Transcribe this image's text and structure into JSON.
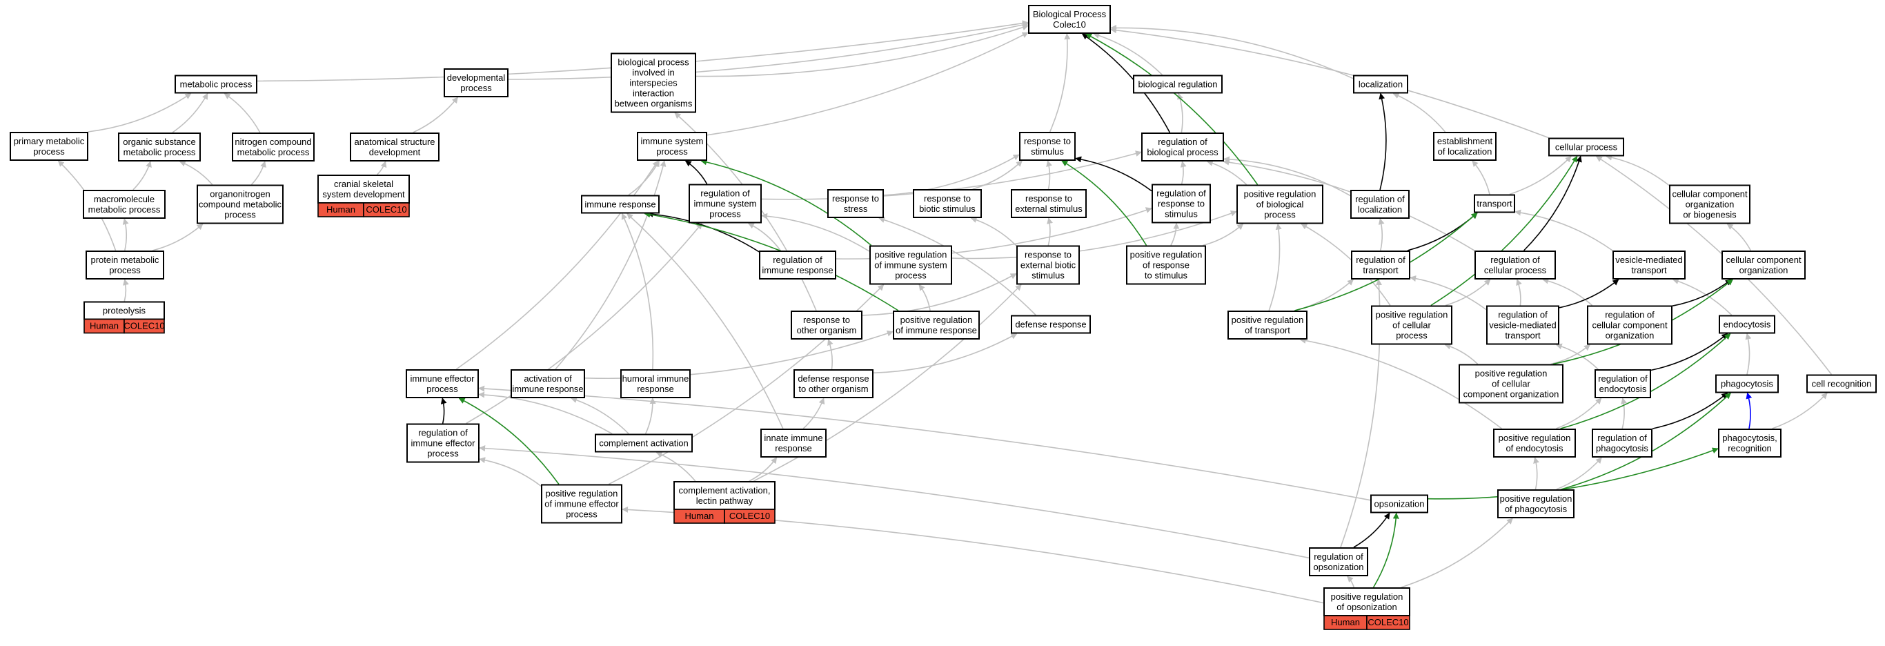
{
  "colors": {
    "is_a": "#c0c0c0",
    "part_of": "#000000",
    "positively_regulates": "#228b22",
    "has_part": "#0000ff",
    "annotation": "#f0553f"
  },
  "nodes": [
    {
      "id": "root",
      "lines": [
        "Biological Process",
        "Colec10"
      ]
    },
    {
      "id": "metabolic",
      "lines": [
        "metabolic process"
      ]
    },
    {
      "id": "developmental",
      "lines": [
        "developmental",
        "process"
      ]
    },
    {
      "id": "interspecies",
      "lines": [
        "biological process",
        "involved in",
        "interspecies",
        "interaction",
        "between organisms"
      ]
    },
    {
      "id": "bioreg",
      "lines": [
        "biological regulation"
      ]
    },
    {
      "id": "localization",
      "lines": [
        "localization"
      ]
    },
    {
      "id": "cellular",
      "lines": [
        "cellular process"
      ]
    },
    {
      "id": "primary",
      "lines": [
        "primary metabolic",
        "process"
      ]
    },
    {
      "id": "orgsubst",
      "lines": [
        "organic substance",
        "metabolic process"
      ]
    },
    {
      "id": "nitrogen",
      "lines": [
        "nitrogen compound",
        "metabolic process"
      ]
    },
    {
      "id": "anatomical",
      "lines": [
        "anatomical structure",
        "development"
      ]
    },
    {
      "id": "immsys",
      "lines": [
        "immune system",
        "process"
      ]
    },
    {
      "id": "respstim",
      "lines": [
        "response to",
        "stimulus"
      ]
    },
    {
      "id": "regbio",
      "lines": [
        "regulation of",
        "biological process"
      ]
    },
    {
      "id": "estloc",
      "lines": [
        "establishment",
        "of localization"
      ]
    },
    {
      "id": "macromol",
      "lines": [
        "macromolecule",
        "metabolic process"
      ]
    },
    {
      "id": "organonitrogen",
      "lines": [
        "organonitrogen",
        "compound metabolic",
        "process"
      ]
    },
    {
      "id": "cranial",
      "lines": [
        "cranial skeletal",
        "system development"
      ],
      "annotation": [
        "Human",
        "COLEC10"
      ]
    },
    {
      "id": "immresp",
      "lines": [
        "immune response"
      ]
    },
    {
      "id": "regimmsys",
      "lines": [
        "regulation of",
        "immune system",
        "process"
      ]
    },
    {
      "id": "respstress",
      "lines": [
        "response to",
        "stress"
      ]
    },
    {
      "id": "respbiotic",
      "lines": [
        "response to",
        "biotic stimulus"
      ]
    },
    {
      "id": "respext",
      "lines": [
        "response to",
        "external stimulus"
      ]
    },
    {
      "id": "regrespstim",
      "lines": [
        "regulation of",
        "response to",
        "stimulus"
      ]
    },
    {
      "id": "posregbio",
      "lines": [
        "positive regulation",
        "of biological",
        "process"
      ]
    },
    {
      "id": "regloc",
      "lines": [
        "regulation of",
        "localization"
      ]
    },
    {
      "id": "transport",
      "lines": [
        "transport"
      ]
    },
    {
      "id": "ccorgbio",
      "lines": [
        "cellular component",
        "organization",
        "or biogenesis"
      ]
    },
    {
      "id": "protmet",
      "lines": [
        "protein metabolic",
        "process"
      ]
    },
    {
      "id": "regimmresp",
      "lines": [
        "regulation of",
        "immune response"
      ]
    },
    {
      "id": "posregimmsys",
      "lines": [
        "positive regulation",
        "of immune system",
        "process"
      ]
    },
    {
      "id": "respextbiotic",
      "lines": [
        "response to",
        "external biotic",
        "stimulus"
      ]
    },
    {
      "id": "posregrespstim",
      "lines": [
        "positive regulation",
        "of response",
        "to stimulus"
      ]
    },
    {
      "id": "regtransport",
      "lines": [
        "regulation of",
        "transport"
      ]
    },
    {
      "id": "regcellproc",
      "lines": [
        "regulation of",
        "cellular process"
      ]
    },
    {
      "id": "vesicle",
      "lines": [
        "vesicle-mediated",
        "transport"
      ]
    },
    {
      "id": "ccorg",
      "lines": [
        "cellular component",
        "organization"
      ]
    },
    {
      "id": "proteolysis",
      "lines": [
        "proteolysis"
      ],
      "annotation": [
        "Human",
        "COLEC10"
      ]
    },
    {
      "id": "resporg",
      "lines": [
        "response to",
        "other organism"
      ]
    },
    {
      "id": "posregimmresp",
      "lines": [
        "positive regulation",
        "of immune response"
      ]
    },
    {
      "id": "defresp",
      "lines": [
        "defense response"
      ]
    },
    {
      "id": "posregtransport",
      "lines": [
        "positive regulation",
        "of transport"
      ]
    },
    {
      "id": "posregcellproc",
      "lines": [
        "positive regulation",
        "of cellular",
        "process"
      ]
    },
    {
      "id": "regvesicle",
      "lines": [
        "regulation of",
        "vesicle-mediated",
        "transport"
      ]
    },
    {
      "id": "regccorg",
      "lines": [
        "regulation of",
        "cellular component",
        "organization"
      ]
    },
    {
      "id": "endocytosis",
      "lines": [
        "endocytosis"
      ]
    },
    {
      "id": "immeffector",
      "lines": [
        "immune effector",
        "process"
      ]
    },
    {
      "id": "actimmresp",
      "lines": [
        "activation of",
        "immune response"
      ]
    },
    {
      "id": "humoral",
      "lines": [
        "humoral immune",
        "response"
      ]
    },
    {
      "id": "defrespother",
      "lines": [
        "defense response",
        "to other organism"
      ]
    },
    {
      "id": "posregccorg",
      "lines": [
        "positive regulation",
        "of cellular",
        "component organization"
      ]
    },
    {
      "id": "regendo",
      "lines": [
        "regulation of",
        "endocytosis"
      ]
    },
    {
      "id": "phagocytosis",
      "lines": [
        "phagocytosis"
      ]
    },
    {
      "id": "cellrecog",
      "lines": [
        "cell recognition"
      ]
    },
    {
      "id": "regimmeff",
      "lines": [
        "regulation of",
        "immune effector",
        "process"
      ]
    },
    {
      "id": "complement",
      "lines": [
        "complement activation"
      ]
    },
    {
      "id": "innate",
      "lines": [
        "innate immune",
        "response"
      ]
    },
    {
      "id": "posregendo",
      "lines": [
        "positive regulation",
        "of endocytosis"
      ]
    },
    {
      "id": "regphago",
      "lines": [
        "regulation of",
        "phagocytosis"
      ]
    },
    {
      "id": "phagorecog",
      "lines": [
        "phagocytosis,",
        "recognition"
      ]
    },
    {
      "id": "posregimmeff",
      "lines": [
        "positive regulation",
        "of immune effector",
        "process"
      ]
    },
    {
      "id": "complectin",
      "lines": [
        "complement activation,",
        "lectin pathway"
      ],
      "annotation": [
        "Human",
        "COLEC10"
      ]
    },
    {
      "id": "opsonization",
      "lines": [
        "opsonization"
      ]
    },
    {
      "id": "posregphago",
      "lines": [
        "positive regulation",
        "of phagocytosis"
      ]
    },
    {
      "id": "regopson",
      "lines": [
        "regulation of",
        "opsonization"
      ]
    },
    {
      "id": "posregopson",
      "lines": [
        "positive regulation",
        "of opsonization"
      ],
      "annotation": [
        "Human",
        "COLEC10"
      ]
    }
  ],
  "edges": [
    [
      "metabolic",
      "root",
      "is_a"
    ],
    [
      "developmental",
      "root",
      "is_a"
    ],
    [
      "interspecies",
      "root",
      "is_a"
    ],
    [
      "bioreg",
      "root",
      "is_a"
    ],
    [
      "localization",
      "root",
      "is_a"
    ],
    [
      "cellular",
      "root",
      "is_a"
    ],
    [
      "immsys",
      "root",
      "is_a"
    ],
    [
      "respstim",
      "root",
      "is_a"
    ],
    [
      "regbio",
      "root",
      "part_of"
    ],
    [
      "posregbio",
      "root",
      "positively_regulates"
    ],
    [
      "primary",
      "metabolic",
      "is_a"
    ],
    [
      "orgsubst",
      "metabolic",
      "is_a"
    ],
    [
      "nitrogen",
      "metabolic",
      "is_a"
    ],
    [
      "anatomical",
      "developmental",
      "is_a"
    ],
    [
      "regbio",
      "bioreg",
      "is_a"
    ],
    [
      "estloc",
      "localization",
      "is_a"
    ],
    [
      "regloc",
      "localization",
      "part_of"
    ],
    [
      "macromol",
      "orgsubst",
      "is_a"
    ],
    [
      "organonitrogen",
      "orgsubst",
      "is_a"
    ],
    [
      "organonitrogen",
      "nitrogen",
      "is_a"
    ],
    [
      "protmet",
      "primary",
      "is_a"
    ],
    [
      "protmet",
      "macromol",
      "is_a"
    ],
    [
      "protmet",
      "organonitrogen",
      "is_a"
    ],
    [
      "proteolysis",
      "protmet",
      "is_a"
    ],
    [
      "cranial",
      "anatomical",
      "is_a"
    ],
    [
      "immresp",
      "immsys",
      "is_a"
    ],
    [
      "regimmsys",
      "immsys",
      "part_of"
    ],
    [
      "posregimmsys",
      "immsys",
      "positively_regulates"
    ],
    [
      "respstress",
      "respstim",
      "is_a"
    ],
    [
      "respbiotic",
      "respstim",
      "is_a"
    ],
    [
      "respext",
      "respstim",
      "is_a"
    ],
    [
      "regrespstim",
      "respstim",
      "part_of"
    ],
    [
      "posregrespstim",
      "respstim",
      "positively_regulates"
    ],
    [
      "regrespstim",
      "regbio",
      "is_a"
    ],
    [
      "posregbio",
      "regbio",
      "is_a"
    ],
    [
      "regloc",
      "regbio",
      "is_a"
    ],
    [
      "regcellproc",
      "regbio",
      "is_a"
    ],
    [
      "regimmsys",
      "regbio",
      "is_a"
    ],
    [
      "transport",
      "estloc",
      "is_a"
    ],
    [
      "regtransport",
      "transport",
      "part_of"
    ],
    [
      "regtransport",
      "regloc",
      "is_a"
    ],
    [
      "regcellproc",
      "cellular",
      "part_of"
    ],
    [
      "posregcellproc",
      "cellular",
      "positively_regulates"
    ],
    [
      "transport",
      "cellular",
      "is_a"
    ],
    [
      "ccorgbio",
      "cellular",
      "is_a"
    ],
    [
      "ccorg",
      "ccorgbio",
      "is_a"
    ],
    [
      "regimmresp",
      "immresp",
      "part_of"
    ],
    [
      "posregimmresp",
      "immresp",
      "positively_regulates"
    ],
    [
      "regimmresp",
      "regimmsys",
      "is_a"
    ],
    [
      "posregimmsys",
      "regimmsys",
      "is_a"
    ],
    [
      "regimmresp",
      "regrespstim",
      "is_a"
    ],
    [
      "posregimmresp",
      "posregimmsys",
      "is_a"
    ],
    [
      "posregimmsys",
      "posregbio",
      "is_a"
    ],
    [
      "posregrespstim",
      "regrespstim",
      "is_a"
    ],
    [
      "posregrespstim",
      "posregbio",
      "is_a"
    ],
    [
      "respextbiotic",
      "respbiotic",
      "is_a"
    ],
    [
      "respextbiotic",
      "respext",
      "is_a"
    ],
    [
      "resporg",
      "respextbiotic",
      "is_a"
    ],
    [
      "resporg",
      "interspecies",
      "is_a"
    ],
    [
      "defresp",
      "respstress",
      "is_a"
    ],
    [
      "defrespother",
      "resporg",
      "is_a"
    ],
    [
      "defrespother",
      "defresp",
      "is_a"
    ],
    [
      "posregtransport",
      "transport",
      "positively_regulates"
    ],
    [
      "posregtransport",
      "regtransport",
      "is_a"
    ],
    [
      "posregtransport",
      "posregbio",
      "is_a"
    ],
    [
      "posregcellproc",
      "regcellproc",
      "is_a"
    ],
    [
      "posregcellproc",
      "posregbio",
      "is_a"
    ],
    [
      "vesicle",
      "transport",
      "is_a"
    ],
    [
      "regvesicle",
      "vesicle",
      "part_of"
    ],
    [
      "regvesicle",
      "regtransport",
      "is_a"
    ],
    [
      "regvesicle",
      "regcellproc",
      "is_a"
    ],
    [
      "regccorg",
      "ccorg",
      "part_of"
    ],
    [
      "regccorg",
      "regcellproc",
      "is_a"
    ],
    [
      "posregccorg",
      "ccorg",
      "positively_regulates"
    ],
    [
      "posregccorg",
      "regccorg",
      "is_a"
    ],
    [
      "posregccorg",
      "posregcellproc",
      "is_a"
    ],
    [
      "endocytosis",
      "vesicle",
      "is_a"
    ],
    [
      "regendo",
      "endocytosis",
      "part_of"
    ],
    [
      "regendo",
      "regvesicle",
      "is_a"
    ],
    [
      "posregendo",
      "endocytosis",
      "positively_regulates"
    ],
    [
      "posregendo",
      "regendo",
      "is_a"
    ],
    [
      "posregendo",
      "posregtransport",
      "is_a"
    ],
    [
      "phagocytosis",
      "endocytosis",
      "is_a"
    ],
    [
      "regphago",
      "phagocytosis",
      "part_of"
    ],
    [
      "regphago",
      "regendo",
      "is_a"
    ],
    [
      "posregphago",
      "phagocytosis",
      "positively_regulates"
    ],
    [
      "posregphago",
      "regphago",
      "is_a"
    ],
    [
      "posregphago",
      "posregendo",
      "is_a"
    ],
    [
      "phagorecog",
      "phagocytosis",
      "has_part"
    ],
    [
      "phagorecog",
      "cellrecog",
      "is_a"
    ],
    [
      "cellrecog",
      "cellular",
      "is_a"
    ],
    [
      "immeffector",
      "immsys",
      "is_a"
    ],
    [
      "regimmeff",
      "immeffector",
      "part_of"
    ],
    [
      "regimmeff",
      "regimmsys",
      "is_a"
    ],
    [
      "posregimmeff",
      "immeffector",
      "positively_regulates"
    ],
    [
      "posregimmeff",
      "regimmeff",
      "is_a"
    ],
    [
      "posregimmeff",
      "posregimmsys",
      "is_a"
    ],
    [
      "actimmresp",
      "posregimmresp",
      "is_a"
    ],
    [
      "actimmresp",
      "immsys",
      "is_a"
    ],
    [
      "humoral",
      "immresp",
      "is_a"
    ],
    [
      "complement",
      "actimmresp",
      "is_a"
    ],
    [
      "complement",
      "humoral",
      "is_a"
    ],
    [
      "complement",
      "immeffector",
      "is_a"
    ],
    [
      "innate",
      "defrespother",
      "is_a"
    ],
    [
      "innate",
      "immresp",
      "is_a"
    ],
    [
      "complectin",
      "complement",
      "is_a"
    ],
    [
      "complectin",
      "innate",
      "is_a"
    ],
    [
      "complectin",
      "respextbiotic",
      "is_a"
    ],
    [
      "opsonization",
      "phagorecog",
      "positively_regulates"
    ],
    [
      "opsonization",
      "immeffector",
      "is_a"
    ],
    [
      "regopson",
      "opsonization",
      "part_of"
    ],
    [
      "regopson",
      "regtransport",
      "is_a"
    ],
    [
      "regopson",
      "regimmeff",
      "is_a"
    ],
    [
      "posregopson",
      "opsonization",
      "positively_regulates"
    ],
    [
      "posregopson",
      "regopson",
      "is_a"
    ],
    [
      "posregopson",
      "posregimmeff",
      "is_a"
    ],
    [
      "posregopson",
      "posregphago",
      "is_a"
    ]
  ]
}
